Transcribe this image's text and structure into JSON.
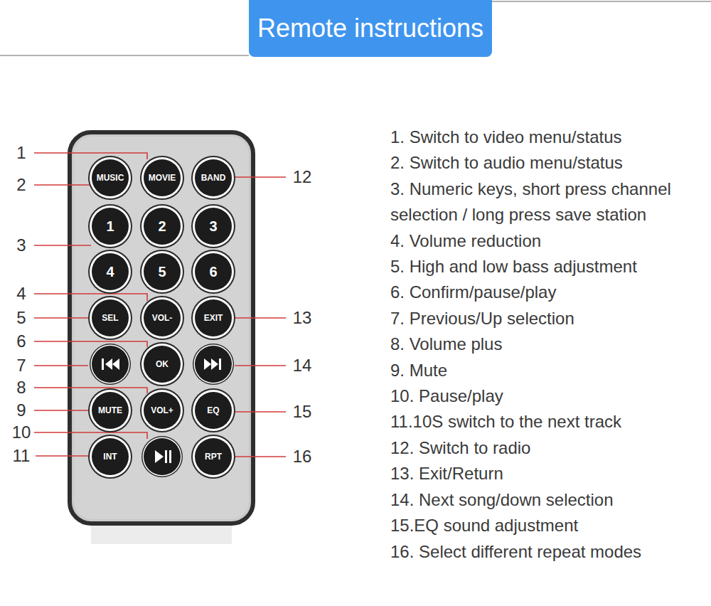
{
  "diagram": {
    "title": "Remote instructions",
    "nodes": [
      {
        "text": [
          "MUSIC"
        ]
      },
      {
        "text": [
          "MOVIE"
        ]
      },
      {
        "text": [
          "BAND"
        ]
      },
      {
        "text": [
          "1"
        ]
      },
      {
        "text": [
          "2"
        ]
      },
      {
        "text": [
          "3"
        ]
      },
      {
        "text": [
          "4"
        ]
      },
      {
        "text": [
          "5"
        ]
      },
      {
        "text": [
          "6"
        ]
      },
      {
        "text": [
          "SEL"
        ]
      },
      {
        "text": [
          "VOL-"
        ]
      },
      {
        "text": [
          "EXIT"
        ]
      },
      {
        "text": [
          "OK"
        ]
      },
      {
        "text": [
          "MUTE"
        ]
      },
      {
        "text": [
          "VOL+"
        ]
      },
      {
        "text": [
          "EQ"
        ]
      },
      {
        "text": [
          "INT"
        ]
      },
      {
        "text": [
          "RPT"
        ]
      }
    ],
    "labels": [
      "1",
      "2",
      "3",
      "4",
      "5",
      "6",
      "7",
      "8",
      "9",
      "10",
      "11",
      "12",
      "13",
      "14",
      "15",
      "16",
      "1. Switch to video menu/status",
      "2. Switch to audio menu/status",
      "3. Numeric keys, short press channel selection / long press save station",
      "4. Volume reduction",
      "5. High and low bass adjustment",
      "6. Confirm/pause/play",
      "7. Previous/Up selection",
      "8. Volume plus",
      "9. Mute",
      "10. Pause/play",
      "11.10S switch to the next track",
      "12. Switch to radio",
      "13. Exit/Return",
      "14. Next song/down selection",
      "15.EQ sound adjustment",
      "16. Select different repeat modes"
    ]
  }
}
